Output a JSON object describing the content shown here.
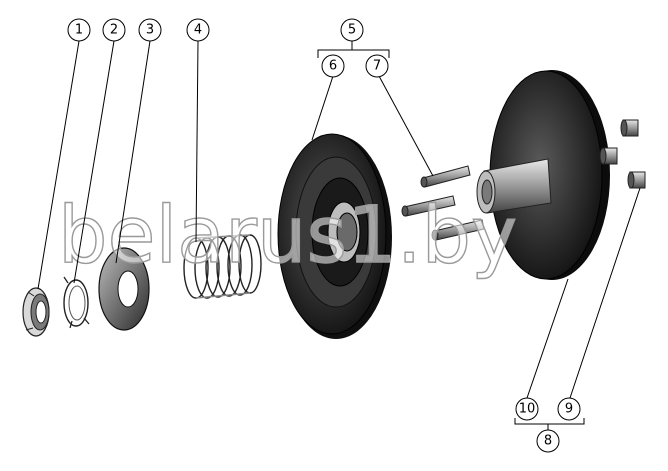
{
  "callouts": {
    "c1": "1",
    "c2": "2",
    "c3": "3",
    "c4": "4",
    "c5": "5",
    "c6": "6",
    "c7": "7",
    "c8": "8",
    "c9": "9",
    "c10": "10"
  },
  "watermark": "belarus1.by",
  "colors": {
    "part_dark": "#1e1e1e",
    "part_mid": "#6e6e6e",
    "part_light": "#c8c8c8",
    "line": "#000000"
  }
}
